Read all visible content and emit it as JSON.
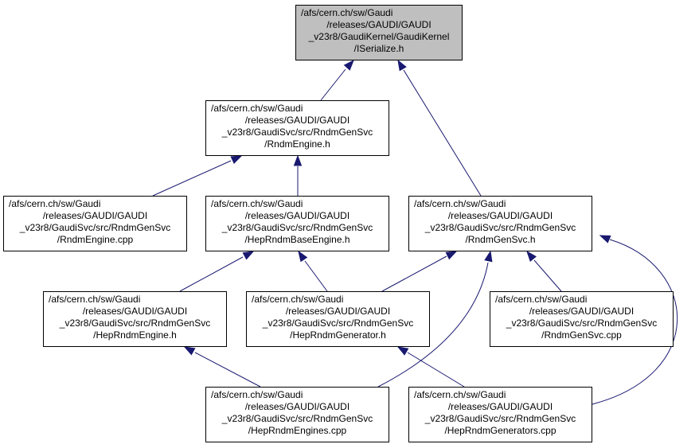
{
  "colors": {
    "edge": "#191970",
    "root_fill": "#bfbfbf",
    "node_fill": "#ffffff"
  },
  "nodes": {
    "iserialize": [
      "/afs/cern.ch/sw/Gaudi",
      "/releases/GAUDI/GAUDI",
      "_v23r8/GaudiKernel/GaudiKernel",
      "/ISerialize.h"
    ],
    "rndmengine_h": [
      "/afs/cern.ch/sw/Gaudi",
      "/releases/GAUDI/GAUDI",
      "_v23r8/GaudiSvc/src/RndmGenSvc",
      "/RndmEngine.h"
    ],
    "rndmengine_cpp": [
      "/afs/cern.ch/sw/Gaudi",
      "/releases/GAUDI/GAUDI",
      "_v23r8/GaudiSvc/src/RndmGenSvc",
      "/RndmEngine.cpp"
    ],
    "heprndmbaseengine_h": [
      "/afs/cern.ch/sw/Gaudi",
      "/releases/GAUDI/GAUDI",
      "_v23r8/GaudiSvc/src/RndmGenSvc",
      "/HepRndmBaseEngine.h"
    ],
    "rndmgensvc_h": [
      "/afs/cern.ch/sw/Gaudi",
      "/releases/GAUDI/GAUDI",
      "_v23r8/GaudiSvc/src/RndmGenSvc",
      "/RndmGenSvc.h"
    ],
    "heprndmengine_h": [
      "/afs/cern.ch/sw/Gaudi",
      "/releases/GAUDI/GAUDI",
      "_v23r8/GaudiSvc/src/RndmGenSvc",
      "/HepRndmEngine.h"
    ],
    "heprndmgenerator_h": [
      "/afs/cern.ch/sw/Gaudi",
      "/releases/GAUDI/GAUDI",
      "_v23r8/GaudiSvc/src/RndmGenSvc",
      "/HepRndmGenerator.h"
    ],
    "rndmgensvc_cpp": [
      "/afs/cern.ch/sw/Gaudi",
      "/releases/GAUDI/GAUDI",
      "_v23r8/GaudiSvc/src/RndmGenSvc",
      "/RndmGenSvc.cpp"
    ],
    "heprndmengines_cpp": [
      "/afs/cern.ch/sw/Gaudi",
      "/releases/GAUDI/GAUDI",
      "_v23r8/GaudiSvc/src/RndmGenSvc",
      "/HepRndmEngines.cpp"
    ],
    "heprndmgenerators_cpp": [
      "/afs/cern.ch/sw/Gaudi",
      "/releases/GAUDI/GAUDI",
      "_v23r8/GaudiSvc/src/RndmGenSvc",
      "/HepRndmGenerators.cpp"
    ]
  },
  "edges": [
    {
      "from": "rndmengine_h",
      "to": "iserialize"
    },
    {
      "from": "rndmgensvc_h",
      "to": "iserialize"
    },
    {
      "from": "rndmengine_cpp",
      "to": "rndmengine_h"
    },
    {
      "from": "heprndmbaseengine_h",
      "to": "rndmengine_h"
    },
    {
      "from": "heprndmengine_h",
      "to": "heprndmbaseengine_h"
    },
    {
      "from": "heprndmgenerator_h",
      "to": "heprndmbaseengine_h"
    },
    {
      "from": "heprndmgenerator_h",
      "to": "rndmgensvc_h"
    },
    {
      "from": "heprndmengines_cpp",
      "to": "rndmgensvc_h"
    },
    {
      "from": "rndmgensvc_cpp",
      "to": "rndmgensvc_h"
    },
    {
      "from": "heprndmgenerators_cpp",
      "to": "rndmgensvc_h"
    },
    {
      "from": "heprndmengines_cpp",
      "to": "heprndmengine_h"
    },
    {
      "from": "heprndmgenerators_cpp",
      "to": "heprndmgenerator_h"
    }
  ]
}
